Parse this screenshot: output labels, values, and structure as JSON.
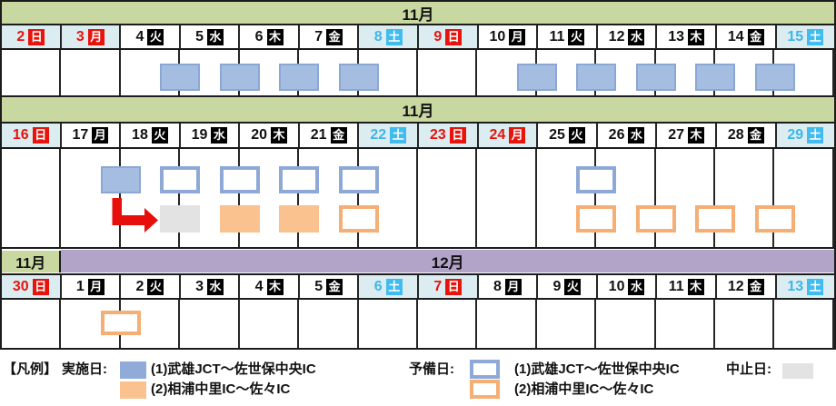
{
  "calendar": {
    "weeks": [
      {
        "month_header": {
          "label": "11月"
        },
        "days": [
          {
            "num": "2",
            "dow": "日",
            "type": "holiday"
          },
          {
            "num": "3",
            "dow": "月",
            "type": "holiday"
          },
          {
            "num": "4",
            "dow": "火",
            "type": "weekday"
          },
          {
            "num": "5",
            "dow": "水",
            "type": "weekday"
          },
          {
            "num": "6",
            "dow": "木",
            "type": "weekday"
          },
          {
            "num": "7",
            "dow": "金",
            "type": "weekday"
          },
          {
            "num": "8",
            "dow": "土",
            "type": "saturday"
          },
          {
            "num": "9",
            "dow": "日",
            "type": "holiday"
          },
          {
            "num": "10",
            "dow": "月",
            "type": "weekday"
          },
          {
            "num": "11",
            "dow": "火",
            "type": "weekday"
          },
          {
            "num": "12",
            "dow": "水",
            "type": "weekday"
          },
          {
            "num": "13",
            "dow": "木",
            "type": "weekday"
          },
          {
            "num": "14",
            "dow": "金",
            "type": "weekday"
          },
          {
            "num": "15",
            "dow": "土",
            "type": "saturday"
          }
        ],
        "markers": [
          {
            "boundary": 3,
            "row": 0,
            "type": "executed-1"
          },
          {
            "boundary": 4,
            "row": 0,
            "type": "executed-1"
          },
          {
            "boundary": 5,
            "row": 0,
            "type": "executed-1"
          },
          {
            "boundary": 6,
            "row": 0,
            "type": "executed-1"
          },
          {
            "boundary": 9,
            "row": 0,
            "type": "executed-1"
          },
          {
            "boundary": 10,
            "row": 0,
            "type": "executed-1"
          },
          {
            "boundary": 11,
            "row": 0,
            "type": "executed-1"
          },
          {
            "boundary": 12,
            "row": 0,
            "type": "executed-1"
          },
          {
            "boundary": 13,
            "row": 0,
            "type": "executed-1"
          }
        ],
        "has_reschedule_arrow": false
      },
      {
        "month_header": {
          "label": "11月"
        },
        "days": [
          {
            "num": "16",
            "dow": "日",
            "type": "holiday"
          },
          {
            "num": "17",
            "dow": "月",
            "type": "weekday"
          },
          {
            "num": "18",
            "dow": "火",
            "type": "weekday"
          },
          {
            "num": "19",
            "dow": "水",
            "type": "weekday"
          },
          {
            "num": "20",
            "dow": "木",
            "type": "weekday"
          },
          {
            "num": "21",
            "dow": "金",
            "type": "weekday"
          },
          {
            "num": "22",
            "dow": "土",
            "type": "saturday"
          },
          {
            "num": "23",
            "dow": "日",
            "type": "holiday"
          },
          {
            "num": "24",
            "dow": "月",
            "type": "holiday"
          },
          {
            "num": "25",
            "dow": "火",
            "type": "weekday"
          },
          {
            "num": "26",
            "dow": "水",
            "type": "weekday"
          },
          {
            "num": "27",
            "dow": "木",
            "type": "weekday"
          },
          {
            "num": "28",
            "dow": "金",
            "type": "weekday"
          },
          {
            "num": "29",
            "dow": "土",
            "type": "saturday"
          }
        ],
        "markers": [
          {
            "boundary": 2,
            "row": 0,
            "type": "executed-1"
          },
          {
            "boundary": 3,
            "row": 0,
            "type": "reserve-1"
          },
          {
            "boundary": 4,
            "row": 0,
            "type": "reserve-1"
          },
          {
            "boundary": 5,
            "row": 0,
            "type": "reserve-1"
          },
          {
            "boundary": 6,
            "row": 0,
            "type": "reserve-1"
          },
          {
            "boundary": 10,
            "row": 0,
            "type": "reserve-1"
          },
          {
            "boundary": 3,
            "row": 1,
            "type": "cancelled"
          },
          {
            "boundary": 4,
            "row": 1,
            "type": "executed-2"
          },
          {
            "boundary": 5,
            "row": 1,
            "type": "executed-2"
          },
          {
            "boundary": 6,
            "row": 1,
            "type": "reserve-2"
          },
          {
            "boundary": 10,
            "row": 1,
            "type": "reserve-2"
          },
          {
            "boundary": 11,
            "row": 1,
            "type": "reserve-2"
          },
          {
            "boundary": 12,
            "row": 1,
            "type": "reserve-2"
          },
          {
            "boundary": 13,
            "row": 1,
            "type": "reserve-2"
          }
        ],
        "has_reschedule_arrow": true
      },
      {
        "month_header": {
          "left_label": "11月",
          "right_label": "12月"
        },
        "days": [
          {
            "num": "30",
            "dow": "日",
            "type": "holiday"
          },
          {
            "num": "1",
            "dow": "月",
            "type": "weekday"
          },
          {
            "num": "2",
            "dow": "火",
            "type": "weekday"
          },
          {
            "num": "3",
            "dow": "水",
            "type": "weekday"
          },
          {
            "num": "4",
            "dow": "木",
            "type": "weekday"
          },
          {
            "num": "5",
            "dow": "金",
            "type": "weekday"
          },
          {
            "num": "6",
            "dow": "土",
            "type": "saturday"
          },
          {
            "num": "7",
            "dow": "日",
            "type": "holiday"
          },
          {
            "num": "8",
            "dow": "月",
            "type": "weekday"
          },
          {
            "num": "9",
            "dow": "火",
            "type": "weekday"
          },
          {
            "num": "10",
            "dow": "水",
            "type": "weekday"
          },
          {
            "num": "11",
            "dow": "木",
            "type": "weekday"
          },
          {
            "num": "12",
            "dow": "金",
            "type": "weekday"
          },
          {
            "num": "13",
            "dow": "土",
            "type": "saturday"
          }
        ],
        "markers": [
          {
            "boundary": 2,
            "row": 0,
            "type": "reserve-2"
          }
        ],
        "has_reschedule_arrow": false
      }
    ]
  },
  "legend": {
    "title": "【凡例】",
    "executed_label": "実施日:",
    "reserve_label": "予備日:",
    "cancelled_label": "中止日:",
    "route1": "(1)武雄JCT～佐世保中央IC",
    "route2": "(2)相浦中里IC～佐々IC"
  },
  "colors": {
    "header_green": "#c9d8a0",
    "december_purple": "#b2a3c9",
    "weekend_cell_bg": "#dcedf2",
    "holiday_red": "#e8130b",
    "saturday_blue": "#41bcee",
    "executed1_blue": "#a5bde1",
    "executed2_orange": "#f9c28e",
    "reserve1_blue_border": "#8fa9d6",
    "reserve2_orange_border": "#f5ae74",
    "cancelled_gray": "#e4e3e3",
    "arrow_red": "#e60f0c"
  }
}
